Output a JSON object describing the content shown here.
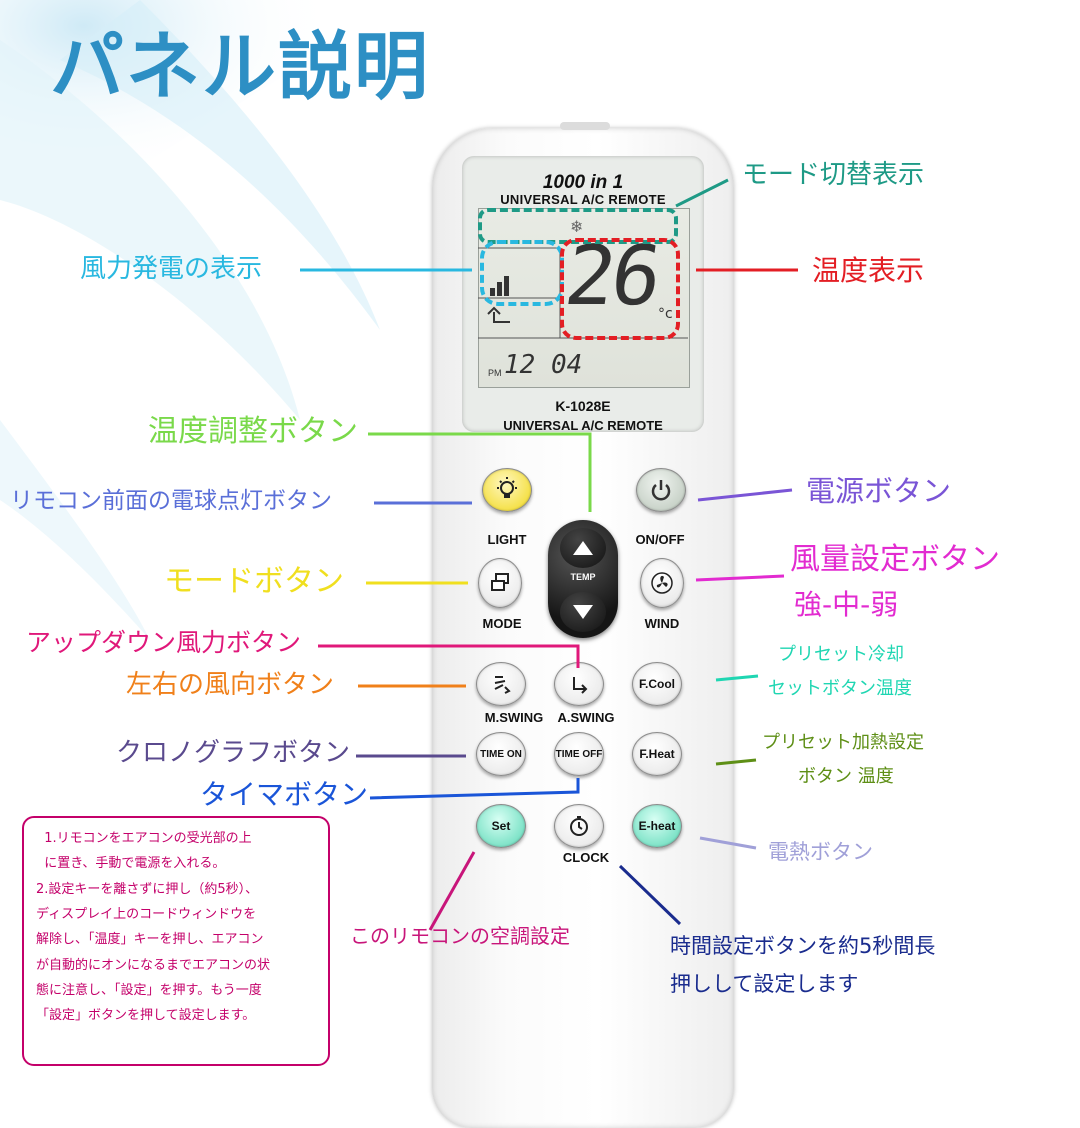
{
  "title": "パネル説明",
  "remote": {
    "brand_line1": "1000 in 1",
    "brand_line2": "UNIVERSAL A/C REMOTE",
    "model": "K-1028E",
    "model_sub": "UNIVERSAL A/C REMOTE",
    "lcd": {
      "temperature": "26",
      "degree": "°c",
      "clock": "12 04",
      "pm": "PM"
    },
    "buttons": {
      "light": "LIGHT",
      "onoff": "ON/OFF",
      "mode": "MODE",
      "wind": "WIND",
      "temp": "TEMP",
      "mswing": "M.SWING",
      "aswing": "A.SWING",
      "fcool": "F.Cool",
      "timeon": "TIME ON",
      "timeoff": "TIME OFF",
      "fheat": "F.Heat",
      "set": "Set",
      "clock": "CLOCK",
      "eheat": "E-heat"
    }
  },
  "annotations": {
    "mode_display": "モード切替表示",
    "wind_display": "風力発電の表示",
    "temp_display": "温度表示",
    "temp_adjust": "温度調整ボタン",
    "light_button": "リモコン前面の電球点灯ボタン",
    "power_button": "電源ボタン",
    "mode_button": "モードボタン",
    "wind_volume_line1": "風量設定ボタン",
    "wind_volume_line2": "強-中-弱",
    "updown_wind": "アップダウン風力ボタン",
    "lr_wind": "左右の風向ボタン",
    "preset_cool_line1": "プリセット冷却",
    "preset_cool_line2": "セットボタン温度",
    "chrono": "クロノグラフボタン",
    "preset_heat_line1": "プリセット加熱設定",
    "preset_heat_line2": "ボタン 温度",
    "timer": "タイマボタン",
    "eheat": "電熱ボタン",
    "ac_setting": "このリモコンの空調設定",
    "clock_line1": "時間設定ボタンを約5秒間長",
    "clock_line2": "押しして設定します"
  },
  "note": {
    "lines": [
      "  1.リモコンをエアコンの受光部の上",
      "  に置き、手動で電源を入れる。",
      "2.設定キーを離さずに押し（約5秒）、",
      "ディスプレイ上のコードウィンドウを",
      "解除し、「温度」キーを押し、エアコン",
      "が自動的にオンになるまでエアコンの状",
      "態に注意し、「設定」を押す。もう一度",
      "「設定」ボタンを押して設定します。"
    ]
  },
  "colors": {
    "title": "#2d8fc4",
    "mode_display": "#1e9a86",
    "wind_display": "#29b8e0",
    "temp_display": "#e31e24",
    "temp_adjust": "#7ad94a",
    "light_button": "#5a6fd8",
    "power_button": "#7a55d6",
    "mode_button": "#f0df1f",
    "wind_volume": "#e22bd0",
    "updown_wind": "#e0187a",
    "lr_wind": "#f0801a",
    "preset_cool": "#1fd6b2",
    "chrono": "#5a4a8e",
    "preset_heat": "#5e8f16",
    "timer": "#1a55d8",
    "eheat": "#a0a0d8",
    "ac_setting": "#c8157a",
    "clock_setting": "#1a2c8e",
    "note": "#c4006a"
  }
}
